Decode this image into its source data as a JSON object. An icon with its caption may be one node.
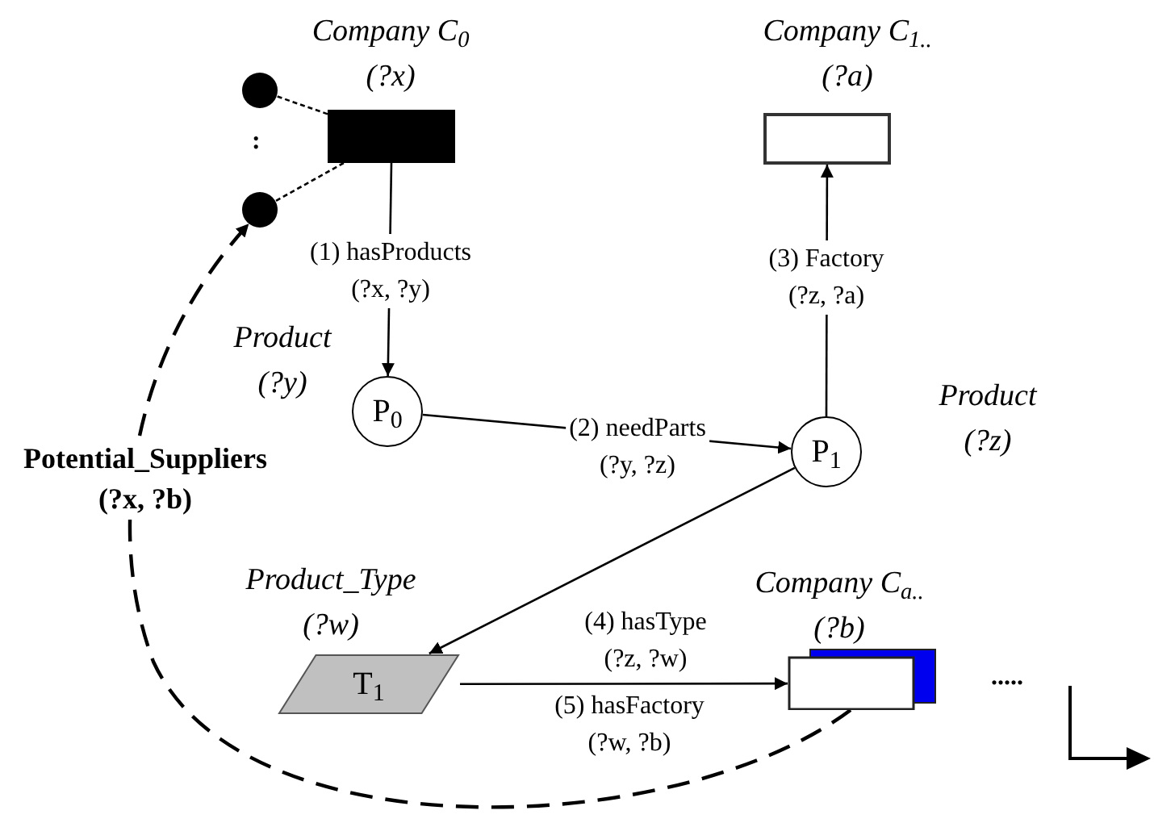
{
  "diagram": {
    "nodes": [
      {
        "text": [
          "Company C$_{0}$",
          "(?x)"
        ]
      },
      {
        "text": [],
        "shape": "circle"
      },
      {
        "text": [],
        "shape": "circle"
      },
      {
        "text": [
          "P$_{0}$"
        ],
        "beside": [
          "Product",
          "(?y)"
        ]
      },
      {
        "text": [
          "Company C$_{1..}$",
          "(?a)"
        ]
      },
      {
        "text": [
          "P$_{1}$"
        ],
        "beside": [
          "Product",
          "(?z)"
        ]
      },
      {
        "text": [
          "T$_{1}$"
        ],
        "beside": [
          "Product_Type",
          "(?w)"
        ]
      },
      {
        "text": [
          "Company C$_{a..}$",
          "(?b)"
        ]
      }
    ],
    "edges": [
      {
        "from": 0,
        "to": 1,
        "arrow": "none",
        "style": "dashed"
      },
      {
        "from": 0,
        "to": 2,
        "arrow": "none",
        "style": "dashed"
      },
      {
        "from": 0,
        "to": 3,
        "arrow": "to",
        "label": "(1) hasProducts (?x, ?y)"
      },
      {
        "from": 3,
        "to": 5,
        "arrow": "to",
        "label": "(2) needParts (?y, ?z)"
      },
      {
        "from": 5,
        "to": 4,
        "arrow": "to",
        "label": "(3) Factory (?z, ?a)"
      },
      {
        "from": 5,
        "to": 6,
        "arrow": "to",
        "label": "(4) hasType (?z, ?w)"
      },
      {
        "from": 6,
        "to": 7,
        "arrow": "to",
        "label": "(5) hasFactory (?w, ?b)"
      },
      {
        "from": 7,
        "to": 2,
        "arrow": "to",
        "style": "dashed",
        "label": "Potential_Suppliers (?x, ?b)"
      }
    ],
    "labels": [
      ":",
      "....."
    ]
  }
}
